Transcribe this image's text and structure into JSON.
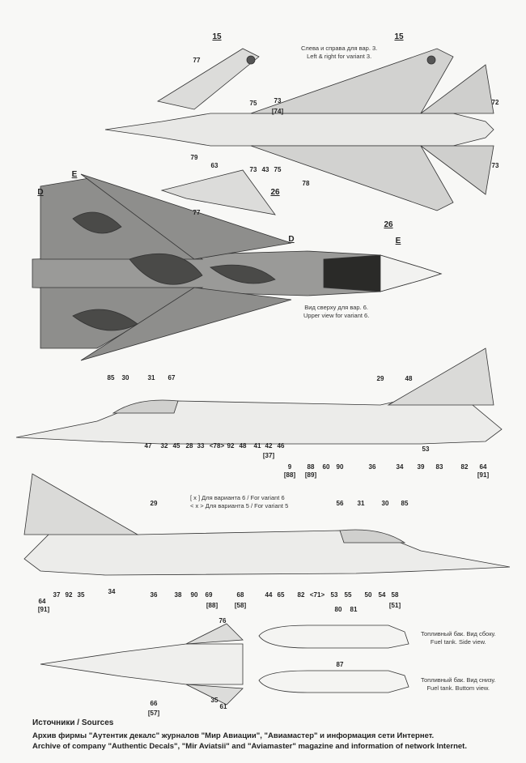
{
  "notes": {
    "variant3_ru": "Слева и справа для вар. 3.",
    "variant3_en": "Left & right for variant 3.",
    "upper_ru": "Вид сверху для вар. 6.",
    "upper_en": "Upper view for variant 6.",
    "legend_v6": "[ x ]  Для варианта 6 / For variant 6",
    "legend_v5": "< x >  Для варианта 5 / For variant 5",
    "tank_side_ru": "Топливный бак. Вид сбоку.",
    "tank_side_en": "Fuel tank. Side view.",
    "tank_bottom_ru": "Топливный бак. Вид снизу.",
    "tank_bottom_en": "Fuel tank. Buttom view."
  },
  "sources": {
    "title": "Источники / Sources",
    "line_ru": "Архив фирмы \"Аутентик декалс\" журналов \"Мир Авиации\", \"Авиамастер\" и информация сети Интернет.",
    "line_en": "Archive of company \"Authentic Decals\", \"Mir Aviatsii\" and \"Aviamaster\" magazine and information of network Internet."
  },
  "callouts_top": [
    "15",
    "15",
    "77",
    "75",
    "73",
    "[74]",
    "72",
    "73",
    "79",
    "63",
    "73",
    "43",
    "75",
    "78",
    "26",
    "77",
    "26"
  ],
  "callouts_camo": [
    "D",
    "E",
    "D",
    "E"
  ],
  "callouts_side1": [
    "85",
    "30",
    "31",
    "67",
    "29",
    "48",
    "47",
    "32",
    "45",
    "28",
    "33",
    "<78>",
    "92",
    "48",
    "41",
    "42",
    "46",
    "[37]",
    "9",
    "[88]",
    "88",
    "[89]",
    "60",
    "90",
    "36",
    "34",
    "39",
    "53",
    "83",
    "82",
    "64",
    "[91]"
  ],
  "callouts_side2": [
    "29",
    "56",
    "31",
    "30",
    "85",
    "64",
    "[91]",
    "37",
    "92",
    "35",
    "34",
    "36",
    "38",
    "90",
    "69",
    "[88]",
    "68",
    "[58]",
    "44",
    "65",
    "82",
    "<71>",
    "53",
    "55",
    "50",
    "54",
    "58",
    "[51]"
  ],
  "callouts_bottom": [
    "76",
    "80",
    "81",
    "87",
    "66",
    "[57]",
    "35",
    "61"
  ]
}
